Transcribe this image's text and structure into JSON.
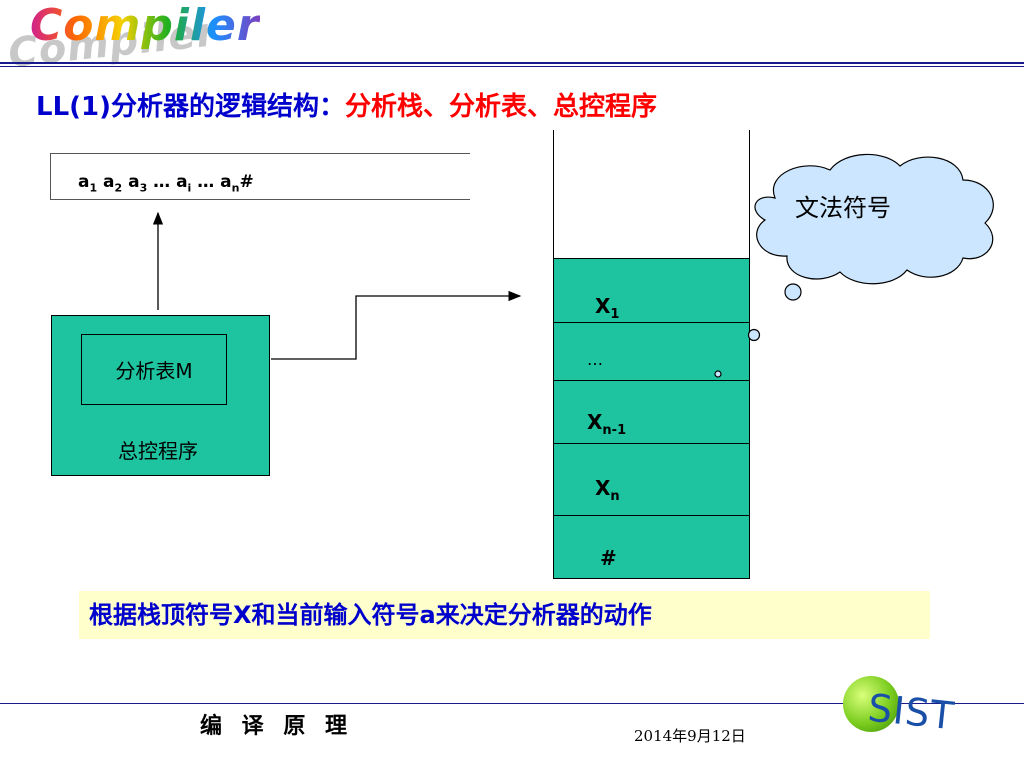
{
  "header": {
    "logo_text": "Compiler",
    "title_prefix": "LL(1)分析器的逻辑结构：",
    "title_highlight": "分析栈、分析表、总控程序"
  },
  "input_tape": {
    "parts": [
      {
        "t": "a",
        "s": "1"
      },
      {
        "t": " a",
        "s": "2"
      },
      {
        "t": " a",
        "s": "3"
      },
      {
        "t": " … a",
        "s": "i"
      },
      {
        "t": " … a",
        "s": "n"
      },
      {
        "t": "#",
        "s": ""
      }
    ]
  },
  "control": {
    "table_label": "分析表M",
    "program_label": "总控程序"
  },
  "stack": {
    "cells": [
      {
        "base": "X",
        "sub": "1"
      },
      {
        "base": "…",
        "sub": ""
      },
      {
        "base": "X",
        "sub": "n-1"
      },
      {
        "base": "X",
        "sub": "n"
      },
      {
        "base": "#",
        "sub": ""
      }
    ]
  },
  "cloud": {
    "label": "文法符号"
  },
  "note": {
    "text": "根据栈顶符号X和当前输入符号a来决定分析器的动作"
  },
  "footer": {
    "course": "编 译 原 理",
    "date": "2014年9月12日",
    "logo": "SIST"
  },
  "colors": {
    "green_fill": "#1ec3a0",
    "title_blue": "#0000cc",
    "title_red": "#ff0000",
    "note_bg": "#ffffcc",
    "cloud_fill": "#cce6ff"
  }
}
